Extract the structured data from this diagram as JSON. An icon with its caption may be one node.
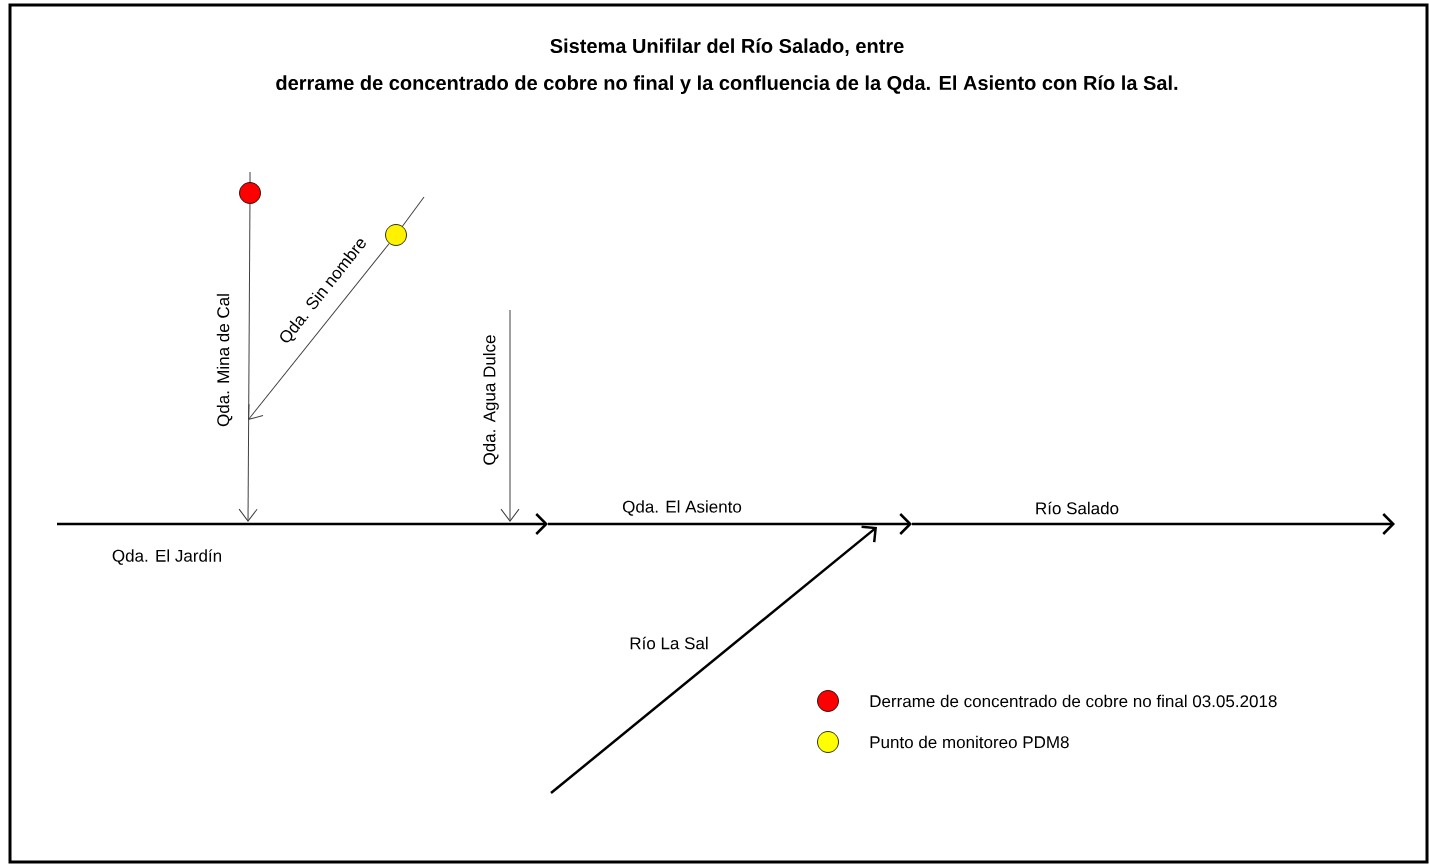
{
  "diagram": {
    "title": "Sistema Unifilar del Río Salado, entre derrame de concentrado de cobre no final y la confluencia de la Qda. El Asiento con Río la Sal.",
    "nodes": [
      {
        "text": [],
        "shape": "circle"
      },
      {
        "text": [],
        "shape": "circle"
      }
    ],
    "edges": [
      {
        "from": 0,
        "to": null,
        "arrow": "to",
        "label": "Qda. Mina de Cal"
      },
      {
        "from": 1,
        "to": null,
        "arrow": "to",
        "label": "Qda. Sin nombre"
      }
    ],
    "labels": [
      "Qda. Agua Dulce",
      "Qda. El Jardín",
      "Qda. El Asiento",
      "Río Salado",
      "Río La Sal"
    ],
    "legend": [
      {
        "text": "Derrame de concentrado de cobre no final 03.05.2018",
        "color": "#ff0000"
      },
      {
        "text": "Punto de monitoreo PDM8",
        "color": "#ffff00"
      }
    ]
  }
}
